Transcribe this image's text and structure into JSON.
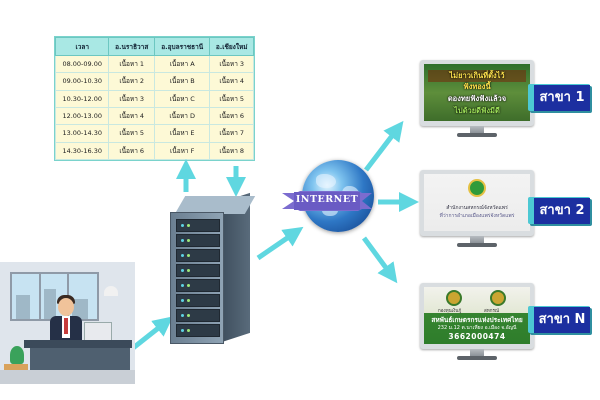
{
  "schedule": {
    "headers": [
      "เวลา",
      "อ.นราธิวาส",
      "อ.อุบลราชธานี",
      "อ.เชียงใหม่"
    ],
    "rows": [
      [
        "08.00-09.00",
        "เนื้อหา 1",
        "เนื้อหา A",
        "เนื้อหา 3"
      ],
      [
        "09.00-10.30",
        "เนื้อหา 2",
        "เนื้อหา B",
        "เนื้อหา 4"
      ],
      [
        "10.30-12.00",
        "เนื้อหา 3",
        "เนื้อหา C",
        "เนื้อหา 5"
      ],
      [
        "12.00-13.00",
        "เนื้อหา 4",
        "เนื้อหา D",
        "เนื้อหา 6"
      ],
      [
        "13.00-14.30",
        "เนื้อหา 5",
        "เนื้อหา E",
        "เนื้อหา 7"
      ],
      [
        "14.30-16.30",
        "เนื้อหา 6",
        "เนื้อหา F",
        "เนื้อหา 8"
      ]
    ]
  },
  "internet_label": "INTERNET",
  "branches": [
    {
      "label": "สาขา 1"
    },
    {
      "label": "สาขา 2"
    },
    {
      "label": "สาขา N"
    }
  ],
  "screens": {
    "screen1": {
      "lines": [
        "ไม่ยาวเกินที่ตั้งไว้",
        "ฟังทองนี้",
        "ดองทยฟังฟังแล้วจ",
        "ไปด้วยดีฟังมีดี"
      ]
    },
    "screen2": {
      "line1": "สำนักงานสหกรณ์จังหวัดแพร่",
      "line2": "ที่ว่าการอำเภอเมืองแพร่จังหวัดแพร่"
    },
    "screen3": {
      "small_left": "กองทุนเงินกู้",
      "small_right": "สหกรณ์",
      "title": "สหพันธ์เกษตรกรแห่งประเทศไทย",
      "address": "232 ม.12 ต.นาเหียง อ.เมือง จ.อัญนี",
      "number": "3662000474"
    }
  },
  "colors": {
    "arrow": "#5fd7e0",
    "branch_bg": "#1c2fa0",
    "branch_shadow": "#4cc8d3",
    "table_header": "#a9e8e4",
    "table_bg": "#fdf9d6"
  }
}
